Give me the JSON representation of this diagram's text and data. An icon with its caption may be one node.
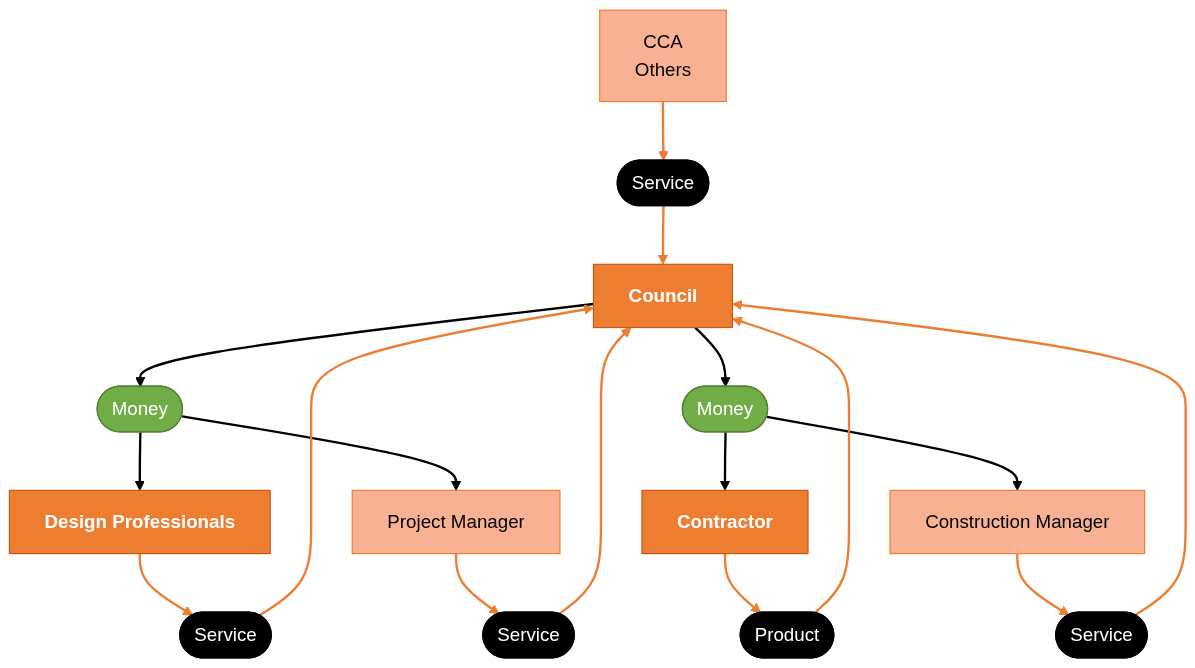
{
  "diagram": {
    "nodes": [
      {
        "text": [
          "Council"
        ]
      },
      {
        "text": [
          "Money"
        ]
      },
      {
        "text": [
          "Money"
        ]
      },
      {
        "text": [
          "Design Professionals"
        ]
      },
      {
        "text": [
          "Service"
        ]
      },
      {
        "text": [
          "Product"
        ]
      },
      {
        "text": [
          "Contractor"
        ]
      },
      {
        "text": [
          "Project Manager"
        ]
      },
      {
        "text": [
          "Service"
        ]
      },
      {
        "text": [
          "Service"
        ]
      },
      {
        "text": [
          "Service"
        ]
      },
      {
        "text": [
          "Construction Manager"
        ]
      },
      {
        "text": [
          "CCA",
          "Others"
        ]
      }
    ],
    "edges": [
      {
        "from": 0,
        "to": 1,
        "arrow": "to",
        "color": "#000000"
      },
      {
        "from": 0,
        "to": 2,
        "arrow": "to",
        "color": "#000000"
      },
      {
        "from": 1,
        "to": 3,
        "arrow": "to",
        "color": "#000000"
      },
      {
        "from": 1,
        "to": 7,
        "arrow": "to",
        "color": "#000000"
      },
      {
        "from": 2,
        "to": 6,
        "arrow": "to",
        "color": "#000000"
      },
      {
        "from": 2,
        "to": 11,
        "arrow": "to",
        "color": "#000000"
      },
      {
        "from": 3,
        "to": 4,
        "arrow": "to"
      },
      {
        "from": 6,
        "to": 5,
        "arrow": "to"
      },
      {
        "from": 4,
        "to": 0,
        "arrow": "to"
      },
      {
        "from": 5,
        "to": 0,
        "arrow": "to"
      },
      {
        "from": 7,
        "to": 8,
        "arrow": "to"
      },
      {
        "from": 11,
        "to": 10,
        "arrow": "to"
      },
      {
        "from": 12,
        "to": 9,
        "arrow": "to"
      },
      {
        "from": 8,
        "to": 0,
        "arrow": "to"
      },
      {
        "from": 9,
        "to": 0,
        "arrow": "to"
      },
      {
        "from": 10,
        "to": 0,
        "arrow": "to"
      }
    ]
  }
}
